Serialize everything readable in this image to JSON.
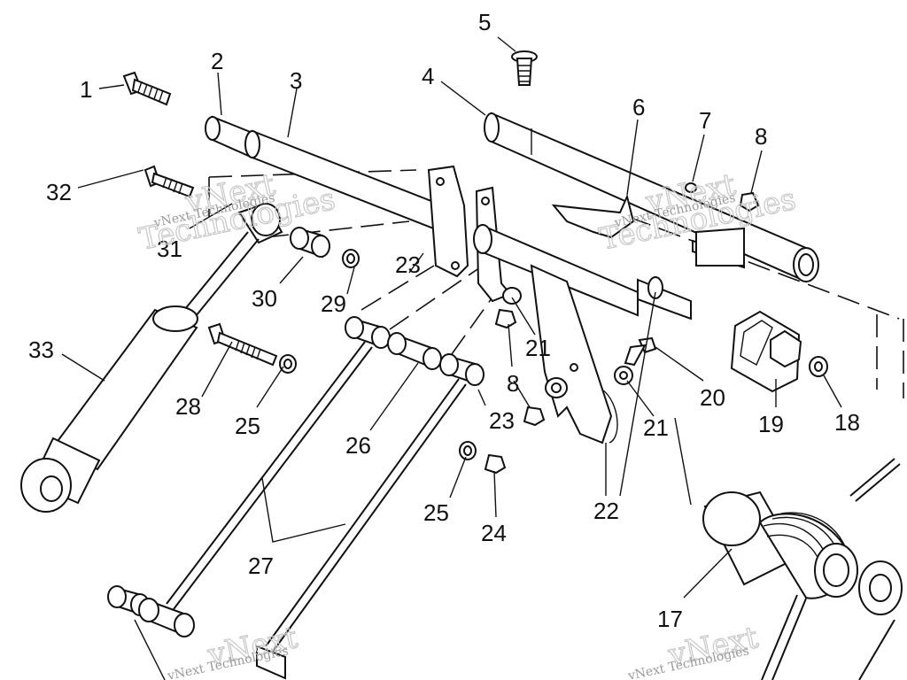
{
  "watermark": {
    "big": "vNext",
    "big2": "Technologies",
    "small": "vNext Technologies"
  },
  "parts": {
    "p1": "1",
    "p2": "2",
    "p3": "3",
    "p4": "4",
    "p5": "5",
    "p6": "6",
    "p7": "7",
    "p8a": "8",
    "p8b": "8",
    "p17": "17",
    "p18": "18",
    "p19": "19",
    "p20": "20",
    "p21a": "21",
    "p21b": "21",
    "p22": "22",
    "p23a": "23",
    "p23b": "23",
    "p24": "24",
    "p25a": "25",
    "p25b": "25",
    "p26": "26",
    "p27": "27",
    "p28": "28",
    "p29": "29",
    "p30": "30",
    "p31": "31",
    "p32": "32",
    "p33": "33"
  }
}
